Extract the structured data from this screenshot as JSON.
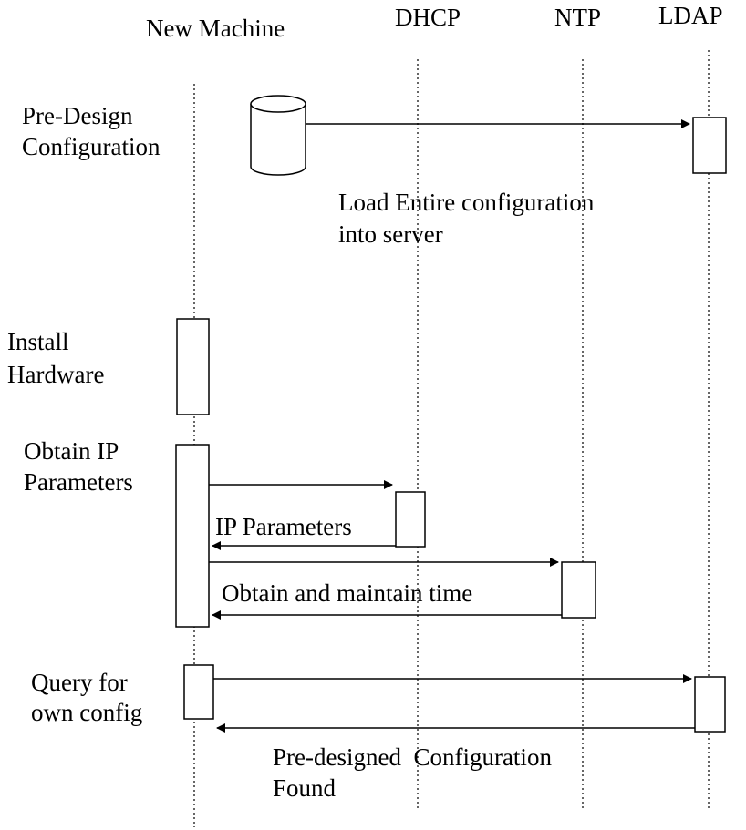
{
  "participants": {
    "new_machine": "New Machine",
    "dhcp": "DHCP",
    "ntp": "NTP",
    "ldap": "LDAP"
  },
  "steps": {
    "pre_design": [
      "Pre-Design",
      "Configuration"
    ],
    "install_hardware": [
      "Install",
      "Hardware"
    ],
    "obtain_ip": [
      "Obtain IP",
      "Parameters"
    ],
    "query_config": [
      "Query for",
      "own config"
    ]
  },
  "messages": {
    "load_config": [
      "Load Entire configuration",
      "into server"
    ],
    "ip_parameters": "IP Parameters",
    "obtain_time": "Obtain and maintain time",
    "config_found": [
      "Pre-designed  Configuration",
      "Found"
    ]
  },
  "colors": {
    "ink": "#000000",
    "background": "#ffffff"
  }
}
